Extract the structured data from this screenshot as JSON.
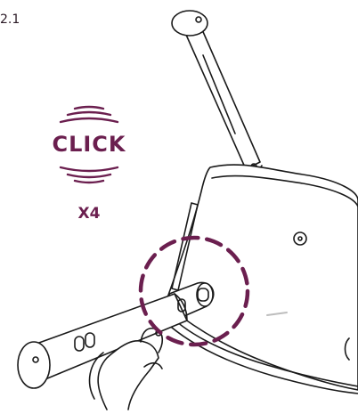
{
  "step": {
    "number": "2.1"
  },
  "click_callout": {
    "label": "CLICK",
    "repeat": "X4"
  },
  "colors": {
    "accent": "#6b1f4f",
    "line": "#1a1a1a"
  },
  "icons": [
    "click-sound-waves-icon",
    "dashed-highlight-circle-icon",
    "hand-icon"
  ]
}
